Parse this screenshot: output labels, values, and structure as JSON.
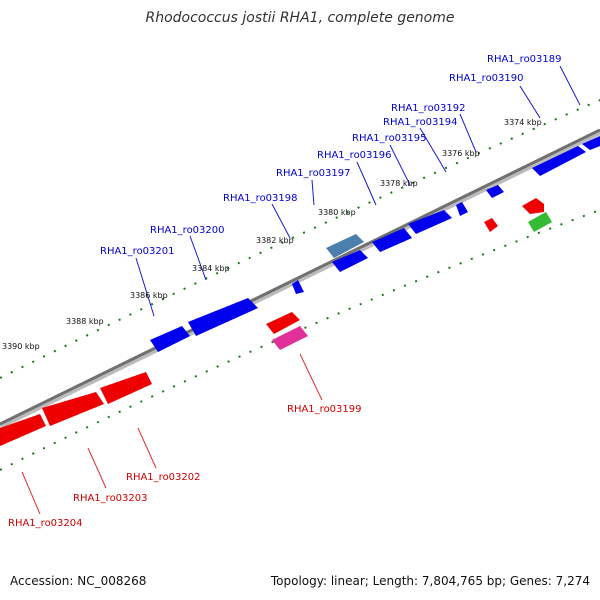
{
  "title": "Rhodococcus jostii RHA1, complete genome",
  "footer": {
    "accession": "Accession: NC_008268",
    "summary": "Topology: linear; Length: 7,804,765 bp; Genes: 7,274"
  },
  "colors": {
    "forward_gene": "#0000ee",
    "reverse_gene": "#ee0000",
    "forward_label": "#0000cc",
    "reverse_label": "#cc0000",
    "axis": "#777777",
    "tick": "#1a7a1a",
    "highlight_forward": "#4d7fae",
    "highlight_reverse": "#e0309a",
    "rna": "#33bb33"
  },
  "ruler_labels": [
    "3374 kbp",
    "3376 kbp",
    "3378 kbp",
    "3380 kbp",
    "3382 kbp",
    "3384 kbp",
    "3386 kbp",
    "3388 kbp",
    "3390 kbp"
  ],
  "forward_gene_labels": [
    "RHA1_ro03189",
    "RHA1_ro03190",
    "RHA1_ro03192",
    "RHA1_ro03194",
    "RHA1_ro03195",
    "RHA1_ro03196",
    "RHA1_ro03197",
    "RHA1_ro03198",
    "RHA1_ro03200",
    "RHA1_ro03201"
  ],
  "reverse_gene_labels": [
    "RHA1_ro03199",
    "RHA1_ro03202",
    "RHA1_ro03203",
    "RHA1_ro03204"
  ]
}
